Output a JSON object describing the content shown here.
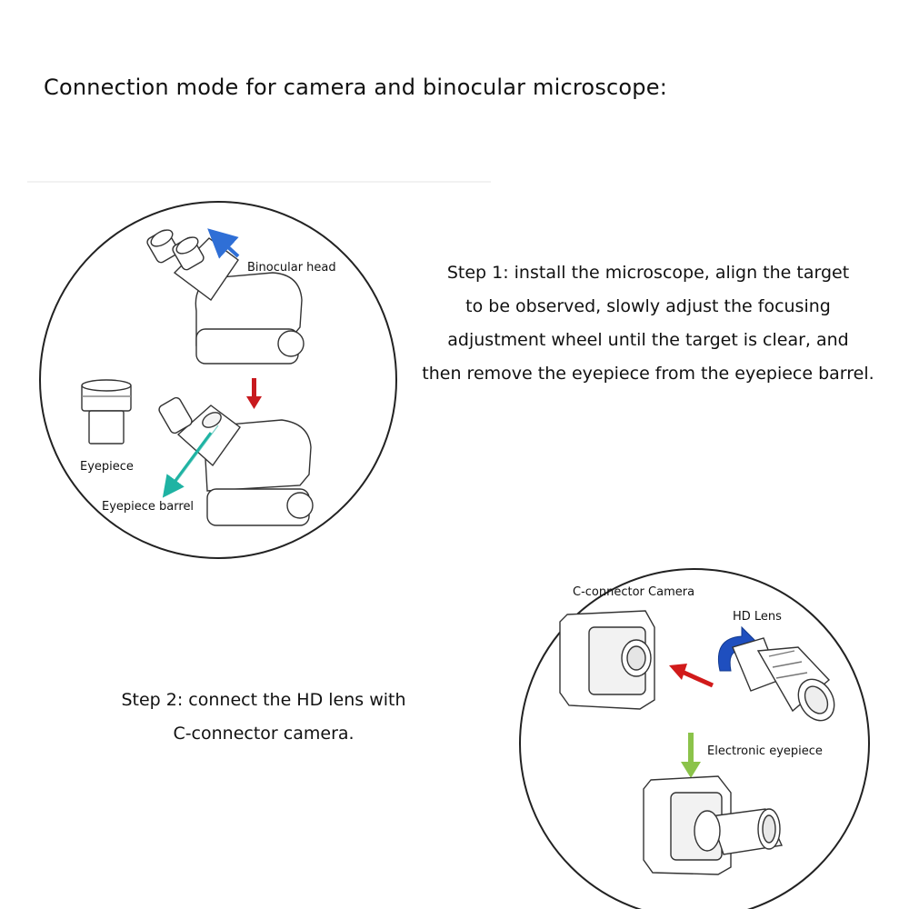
{
  "title": "Connection mode for camera and binocular microscope:",
  "step1": {
    "lines": [
      "Step 1: install the microscope, align the target",
      "to be observed, slowly adjust the focusing",
      "adjustment wheel until the target is clear, and",
      "then remove the eyepiece from the eyepiece barrel."
    ]
  },
  "step2": {
    "lines": [
      "Step 2: connect the HD lens with",
      "C-connector camera."
    ]
  },
  "diagram1": {
    "labels": {
      "binocular_head": "Binocular head",
      "eyepiece": "Eyepiece",
      "eyepiece_barrel": "Eyepiece barrel"
    },
    "colors": {
      "blue_arrow": "#2f6fd6",
      "red_arrow": "#c8191e",
      "teal_arrow": "#1fb3a3"
    }
  },
  "diagram2": {
    "labels": {
      "camera": "C-connector Camera",
      "hd_lens": "HD Lens",
      "electronic_eyepiece": "Electronic eyepiece"
    },
    "colors": {
      "rotate_arrow": "#1f4fbf",
      "red_arrow": "#d11a1a",
      "green_arrow": "#8bc34a"
    }
  }
}
